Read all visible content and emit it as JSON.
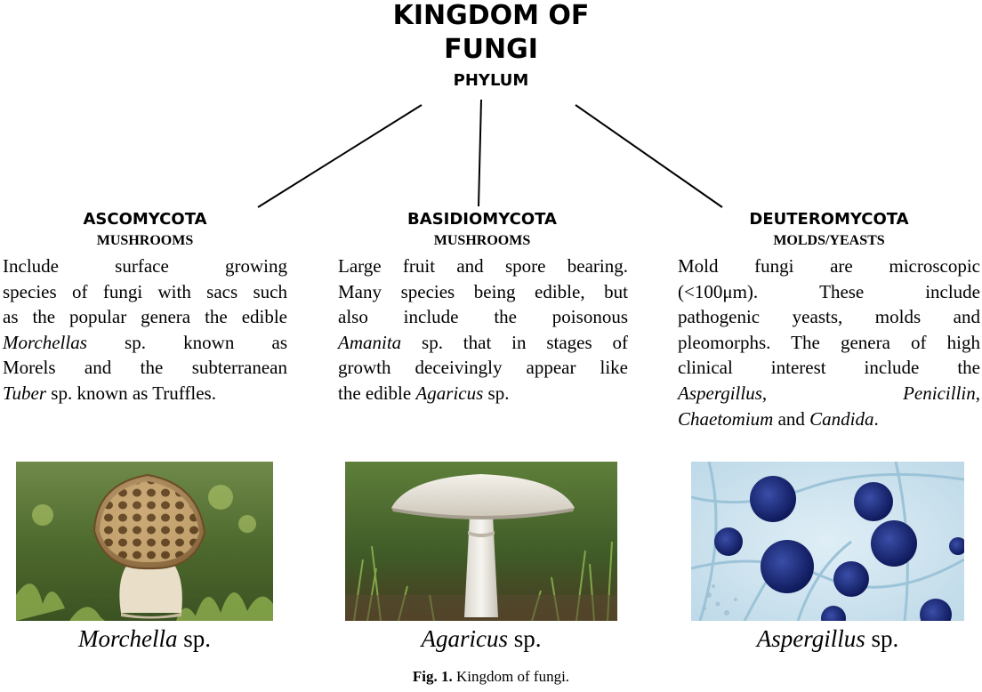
{
  "title": {
    "line1": "KINGDOM OF",
    "line2": "FUNGI",
    "line3": "PHYLUM"
  },
  "phyla": [
    {
      "name": "ASCOMYCOTA",
      "subtitle": "MUSHROOMS",
      "description_lines": [
        "Include surface growing",
        "species of fungi with sacs such",
        "as the popular genera the edible",
        [
          "Morchellas",
          " sp. known as"
        ],
        "Morels and the subterranean",
        [
          "Tuber",
          " sp. known as Truffles."
        ]
      ],
      "caption_italic": "Morchella",
      "caption_rest": " sp."
    },
    {
      "name": "BASIDIOMYCOTA",
      "subtitle": "MUSHROOMS",
      "description_lines": [
        "Large fruit and spore bearing.",
        "Many species being edible, but",
        "also include the poisonous",
        [
          "Amanita",
          " sp. that in stages of"
        ],
        "growth deceivingly appear like",
        [
          "the edible ",
          "Agaricus",
          " sp."
        ]
      ],
      "caption_italic": "Agaricus",
      "caption_rest": " sp."
    },
    {
      "name": "DEUTEROMYCOTA",
      "subtitle": "MOLDS/YEASTS",
      "description_lines": [
        "Mold fungi are microscopic",
        "(<100μm). These include",
        "pathogenic yeasts, molds and",
        "pleomorphs. The genera of high",
        "clinical interest include the",
        [
          "Aspergillus",
          ",",
          "Penicillin",
          ","
        ],
        [
          "Chaetomium",
          " and ",
          "Candida",
          "."
        ]
      ],
      "caption_italic": "Aspergillus",
      "caption_rest": " sp."
    }
  ],
  "figure_caption": {
    "label": "Fig. 1.",
    "text": " Kingdom of fungi."
  }
}
